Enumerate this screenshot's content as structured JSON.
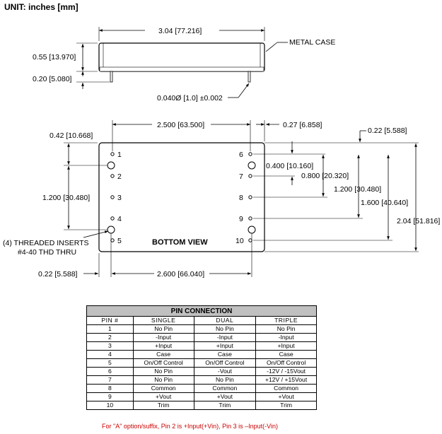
{
  "unit_label": "UNIT: inches [mm]",
  "top_view": {
    "length_dim": "3.04 [77.216]",
    "height_dim": "0.55 [13.970]",
    "pin_length_dim": "0.20 [5.080]",
    "case_label": "METAL CASE",
    "pin_dia_dim": "0.040Ø [1.0] ±0.002"
  },
  "bottom_view": {
    "label": "BOTTOM VIEW",
    "pitch_dim": "2.500 [63.500]",
    "right_offset_dim": "0.27 [6.858]",
    "top_offset_dim": "0.22 [5.588]",
    "left_top_dim": "0.42 [10.668]",
    "insert_span_dim": "1.200 [30.480]",
    "insert_label_1": "(4) THREADED INSERTS",
    "insert_label_2": "#4-40 THD THRU",
    "bottom_left_dim": "0.22 [5.588]",
    "insert_pitch_dim": "2.600 [66.040]",
    "dim_0400": "0.400 [10.160]",
    "dim_0800": "0.800 [20.320]",
    "dim_1200": "1.200 [30.480]",
    "dim_1600": "1.600 [40.640]",
    "width_dim": "2.04 [51.816]",
    "left_pins": [
      "1",
      "2",
      "3",
      "4",
      "5"
    ],
    "right_pins": [
      "6",
      "7",
      "8",
      "9",
      "10"
    ]
  },
  "pin_table": {
    "title": "PIN CONNECTION",
    "headers": [
      "PIN #",
      "SINGLE",
      "DUAL",
      "TRIPLE"
    ],
    "rows": [
      [
        "1",
        "No Pin",
        "No Pin",
        "No Pin"
      ],
      [
        "2",
        "-Input",
        "-Input",
        "-Input"
      ],
      [
        "3",
        "+Input",
        "+Input",
        "+Input"
      ],
      [
        "4",
        "Case",
        "Case",
        "Case"
      ],
      [
        "5",
        "On/Off Control",
        "On/Off Control",
        "On/Off Control"
      ],
      [
        "6",
        "No Pin",
        "-Vout",
        "-12V / -15Vout"
      ],
      [
        "7",
        "No Pin",
        "No Pin",
        "+12V / +15Vout"
      ],
      [
        "8",
        "Common",
        "Common",
        "Common"
      ],
      [
        "9",
        "+Vout",
        "+Vout",
        "+Vout"
      ],
      [
        "10",
        "Trim",
        "Trim",
        "Trim"
      ]
    ],
    "footnote": "For \"A\" option/suffix, Pin 2 is +Input(+Vin), Pin 3 is –Input(-Vin)"
  }
}
